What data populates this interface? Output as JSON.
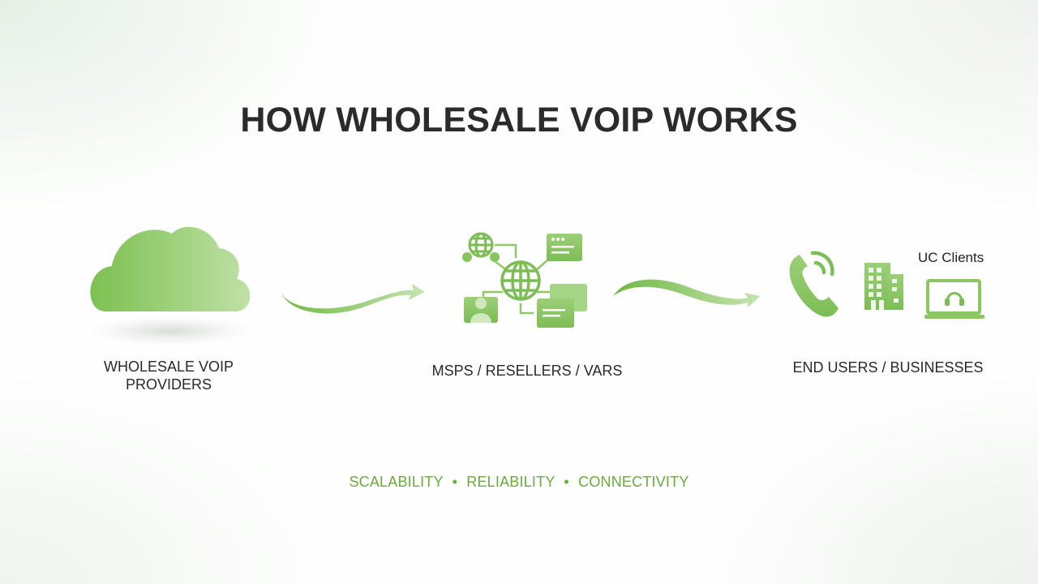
{
  "title": "HOW WHOLESALE VOIP WORKS",
  "stages": [
    {
      "label_line1": "WHOLESALE VOIP",
      "label_line2": "PROVIDERS",
      "icon": "cloud-icon"
    },
    {
      "label": "MSPS / RESELLERS / VARS",
      "icon": "network-icon"
    },
    {
      "label": "END USERS / BUSINESSES",
      "icons": [
        "phone-icon",
        "building-icon",
        "laptop-headset-icon"
      ]
    }
  ],
  "uc_clients_label": "UC Clients",
  "tagline": {
    "items": [
      "SCALABILITY",
      "RELIABILITY",
      "CONNECTIVITY"
    ],
    "separator": "•"
  },
  "colors": {
    "primary_green": "#7cc151",
    "light_green": "#b8dd9c",
    "tagline_green": "#6aab3a",
    "title": "#2b2b2b"
  }
}
